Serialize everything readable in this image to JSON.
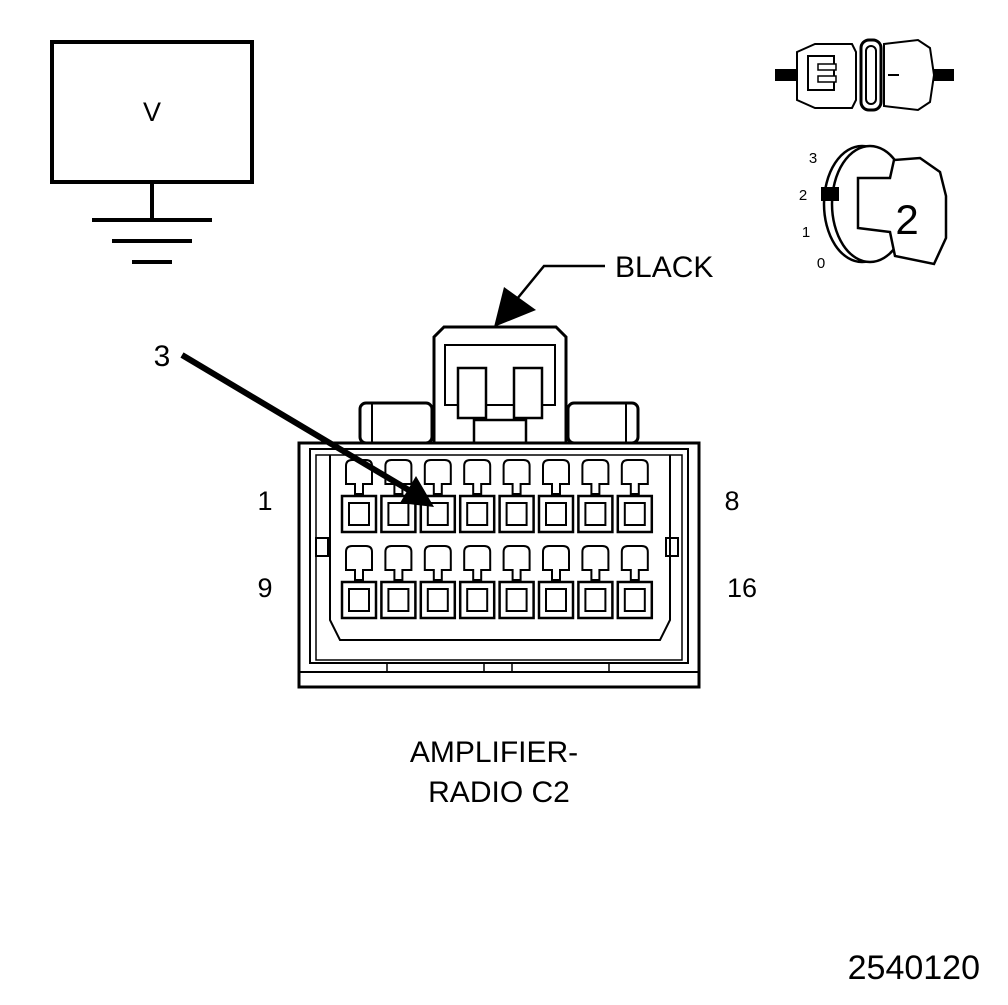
{
  "voltmeter": {
    "symbol": "V"
  },
  "connector": {
    "color_label": "BLACK",
    "probe_pin": "3",
    "row1_start_pin": "1",
    "row1_end_pin": "8",
    "row2_start_pin": "9",
    "row2_end_pin": "16",
    "name_line1": "AMPLIFIER-",
    "name_line2": "RADIO C2",
    "pins_per_row": 8,
    "rows": 2
  },
  "ignition_switch": {
    "positions": [
      "3",
      "2",
      "1",
      "0"
    ],
    "selected_position": "2",
    "key_label": "2"
  },
  "icons": {
    "meter_symbol": "voltmeter-icon",
    "probe_symbol": "back-probe-icon",
    "switch_symbol": "ignition-switch-icon",
    "ground_symbol": "ground-icon"
  },
  "figure_number": "2540120"
}
